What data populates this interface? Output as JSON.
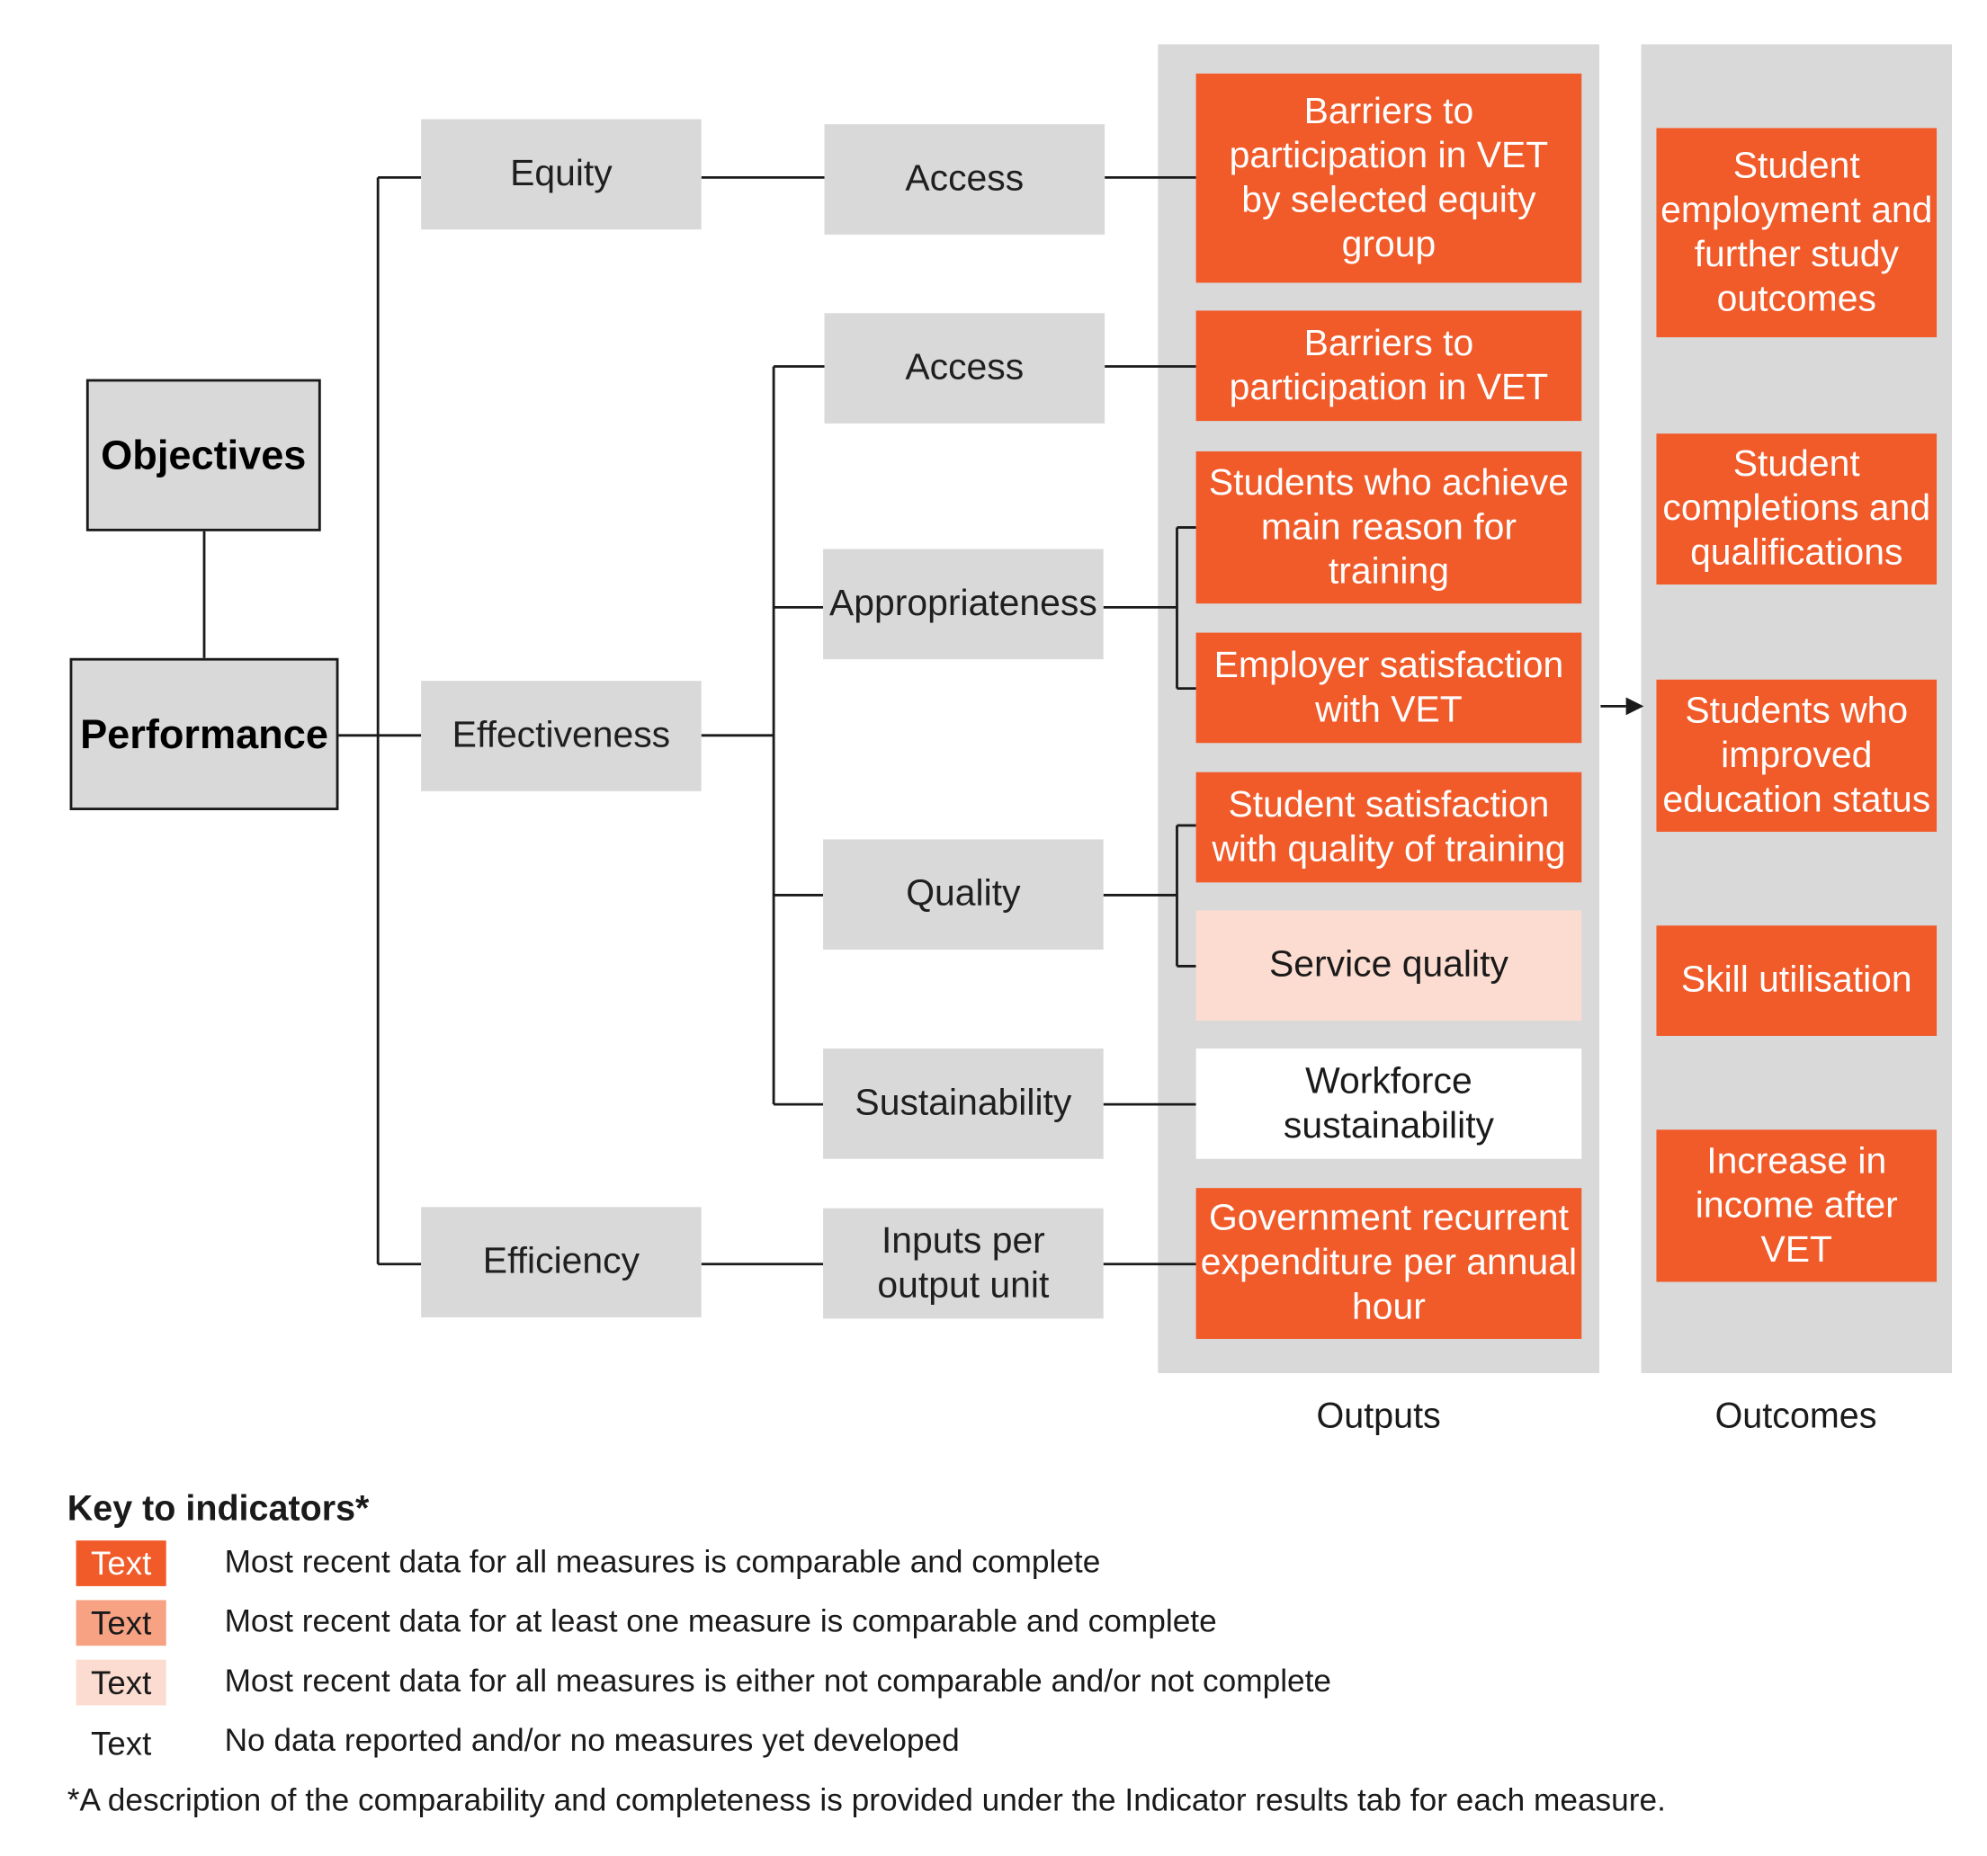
{
  "objectives": {
    "objectives_label": "Objectives",
    "performance_label": "Performance"
  },
  "domains": {
    "equity": "Equity",
    "effectiveness": "Effectiveness",
    "efficiency": "Efficiency"
  },
  "sub_domains": {
    "access_equity": "Access",
    "access": "Access",
    "appropriateness": "Appropriateness",
    "quality": "Quality",
    "sustainability": "Sustainability",
    "inputs_per_output": "Inputs per output unit"
  },
  "outputs": {
    "column_label": "Outputs",
    "barriers_equity": "Barriers to participation in VET by selected equity group",
    "barriers": "Barriers to participation in VET",
    "main_reason": "Students who achieve main reason for training",
    "employer_satisfaction": "Employer satisfaction with VET",
    "student_satisfaction": "Student satisfaction with quality of training",
    "service_quality": "Service quality",
    "workforce": "Workforce sustainability",
    "expenditure": "Government recurrent expenditure per annual hour"
  },
  "outcomes": {
    "column_label": "Outcomes",
    "employment": "Student employment and further study outcomes",
    "completions": "Student completions and qualifications",
    "improved_status": "Students who improved education status",
    "skill": "Skill utilisation",
    "income": "Increase in income after VET"
  },
  "legend": {
    "title": "Key to indicators*",
    "items": [
      {
        "swatch": "Text",
        "color": "#f15a29",
        "text_color": "#ffffff",
        "label": "Most recent data for all measures is comparable and complete"
      },
      {
        "swatch": "Text",
        "color": "#f7a283",
        "text_color": "#1a1a1a",
        "label": "Most recent data for at least one measure is comparable and complete"
      },
      {
        "swatch": "Text",
        "color": "#fcdcd0",
        "text_color": "#1a1a1a",
        "label": "Most recent data for all measures is either not comparable and/or not complete"
      },
      {
        "swatch": "Text",
        "color": "#ffffff",
        "text_color": "#1a1a1a",
        "label": "No data reported and/or no measures yet developed"
      }
    ],
    "footnote": "*A description of the comparability and completeness is provided under the Indicator results tab for each measure."
  }
}
